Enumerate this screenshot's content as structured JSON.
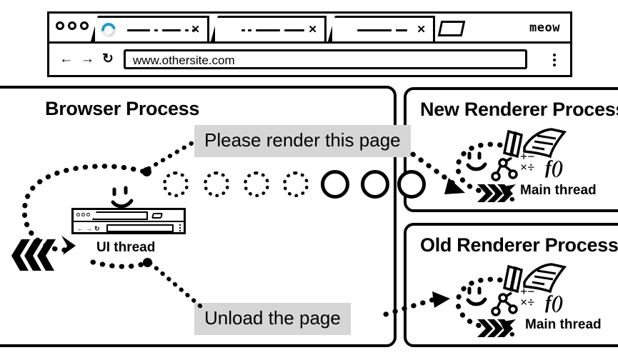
{
  "browser_mock": {
    "brand_label": "meow",
    "url_value": "www.othersite.com",
    "nav": {
      "back": "←",
      "forward": "→",
      "reload": "↻"
    },
    "tabs": [
      {
        "name": "tab-loading",
        "close_label": "✕",
        "state": "loading"
      },
      {
        "name": "tab-second",
        "close_label": "✕",
        "state": "idle"
      },
      {
        "name": "tab-third",
        "close_label": "✕",
        "state": "idle"
      }
    ],
    "new_tab_label": "",
    "menu_icon": "kebab-menu-icon",
    "spinner_color": "#2196d6"
  },
  "panels": {
    "browser_process": {
      "title": "Browser Process",
      "thread_label": "UI thread",
      "task_circles": [
        "dotted",
        "dotted",
        "dotted",
        "dotted",
        "solid",
        "solid",
        "solid"
      ]
    },
    "new_renderer": {
      "title": "New Renderer Process",
      "thread_label": "Main thread"
    },
    "old_renderer": {
      "title": "Old Renderer Process",
      "thread_label": "Main thread"
    }
  },
  "callouts": {
    "render": "Please render this page",
    "unload": "Unload the page"
  },
  "colors": {
    "callout_bg": "#d6d6d6",
    "stroke": "#000000",
    "background": "#ffffff",
    "spinner_blue": "#2196d6"
  }
}
